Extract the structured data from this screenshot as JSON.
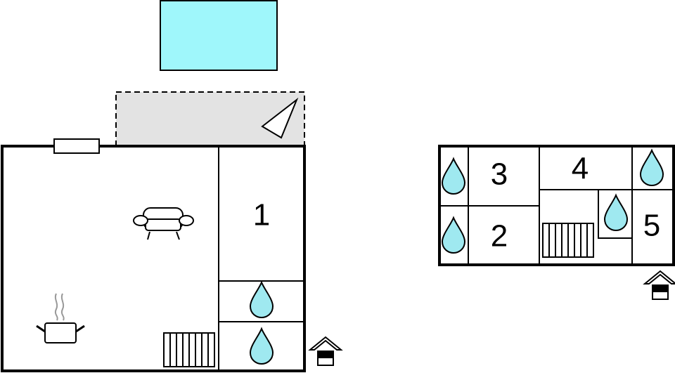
{
  "floors": [
    {
      "rooms": [
        {
          "label": "1"
        }
      ]
    },
    {
      "rooms": [
        {
          "label": "3"
        },
        {
          "label": "4"
        },
        {
          "label": "2"
        },
        {
          "label": "5"
        }
      ]
    }
  ],
  "colors": {
    "pool": "#9ff7fb",
    "terrace": "#e3e3e3",
    "water": "#9fe9f0",
    "walls": "#000000"
  },
  "icons": [
    "pool",
    "terrace",
    "view-direction-triangle",
    "window",
    "sofa-icon",
    "cooking-pot-icon",
    "radiator-icon",
    "water-drop-icon",
    "entrance-icon"
  ]
}
